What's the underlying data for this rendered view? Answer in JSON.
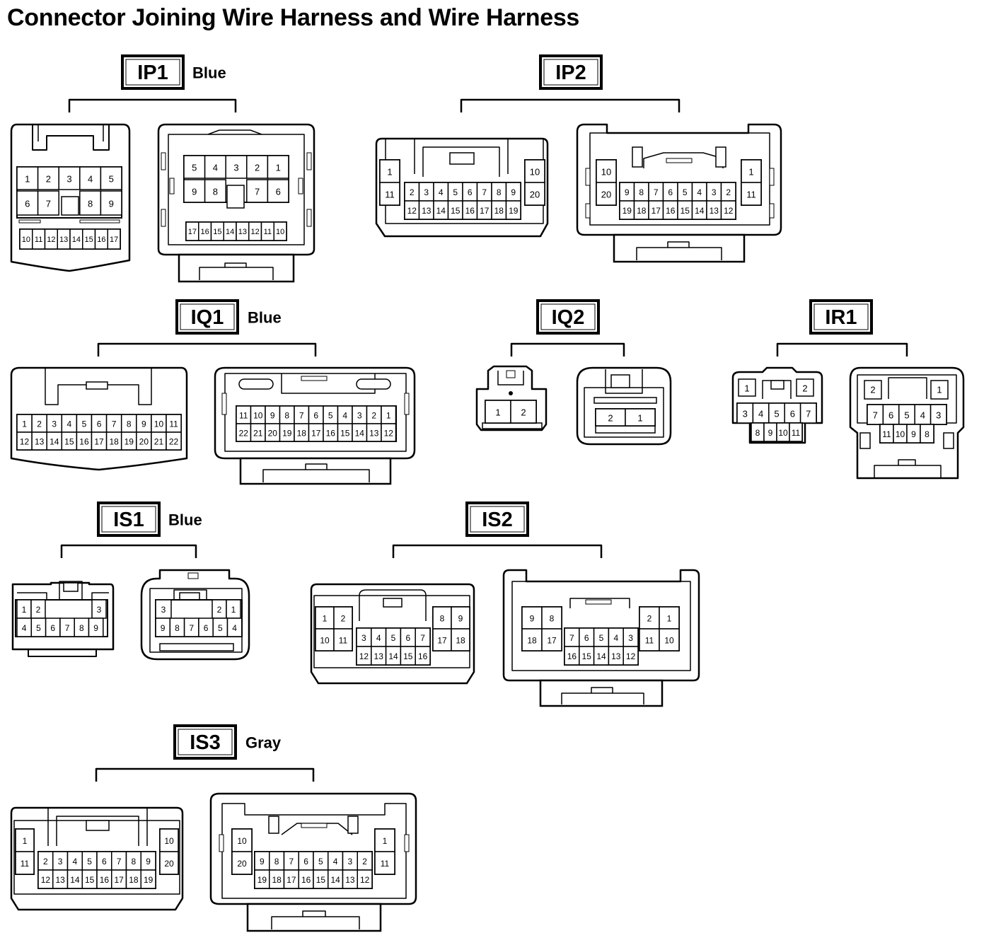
{
  "page": {
    "title": "Connector Joining Wire Harness and Wire Harness",
    "line_color": "#000000",
    "background": "#ffffff"
  },
  "connectors": [
    {
      "id": "IP1",
      "code": "IP1",
      "color_label": "Blue",
      "male": {
        "rows": [
          [
            "1",
            "2",
            "3",
            "4",
            "5"
          ],
          [
            "6",
            "7",
            "",
            "8",
            "9"
          ],
          [
            "10",
            "11",
            "12",
            "13",
            "14",
            "15",
            "16",
            "17"
          ]
        ]
      },
      "female": {
        "rows": [
          [
            "5",
            "4",
            "3",
            "2",
            "1"
          ],
          [
            "9",
            "8",
            "",
            "7",
            "6"
          ],
          [
            "17",
            "16",
            "15",
            "14",
            "13",
            "12",
            "11",
            "10"
          ]
        ]
      }
    },
    {
      "id": "IP2",
      "code": "IP2",
      "color_label": "",
      "male": {
        "left": [
          "1",
          "11"
        ],
        "right": [
          "10",
          "20"
        ],
        "rows": [
          [
            "2",
            "3",
            "4",
            "5",
            "6",
            "7",
            "8",
            "9"
          ],
          [
            "12",
            "13",
            "14",
            "15",
            "16",
            "17",
            "18",
            "19"
          ]
        ]
      },
      "female": {
        "left": [
          "10",
          "20"
        ],
        "right": [
          "1",
          "11"
        ],
        "rows": [
          [
            "9",
            "8",
            "7",
            "6",
            "5",
            "4",
            "3",
            "2"
          ],
          [
            "19",
            "18",
            "17",
            "16",
            "15",
            "14",
            "13",
            "12"
          ]
        ]
      }
    },
    {
      "id": "IQ1",
      "code": "IQ1",
      "color_label": "Blue",
      "male": {
        "rows": [
          [
            "1",
            "2",
            "3",
            "4",
            "5",
            "6",
            "7",
            "8",
            "9",
            "10",
            "11"
          ],
          [
            "12",
            "13",
            "14",
            "15",
            "16",
            "17",
            "18",
            "19",
            "20",
            "21",
            "22"
          ]
        ]
      },
      "female": {
        "rows": [
          [
            "11",
            "10",
            "9",
            "8",
            "7",
            "6",
            "5",
            "4",
            "3",
            "2",
            "1"
          ],
          [
            "22",
            "21",
            "20",
            "19",
            "18",
            "17",
            "16",
            "15",
            "14",
            "13",
            "12"
          ]
        ]
      }
    },
    {
      "id": "IQ2",
      "code": "IQ2",
      "color_label": "",
      "male": {
        "rows": [
          [
            "1",
            "2"
          ]
        ]
      },
      "female": {
        "rows": [
          [
            "2",
            "1"
          ]
        ]
      }
    },
    {
      "id": "IR1",
      "code": "IR1",
      "color_label": "",
      "male": {
        "top": [
          "1",
          "2"
        ],
        "rows": [
          [
            "3",
            "4",
            "5",
            "6",
            "7"
          ],
          [
            "8",
            "9",
            "10",
            "11"
          ]
        ]
      },
      "female": {
        "top": [
          "2",
          "1"
        ],
        "rows": [
          [
            "7",
            "6",
            "5",
            "4",
            "3"
          ],
          [
            "11",
            "10",
            "9",
            "8"
          ]
        ]
      }
    },
    {
      "id": "IS1",
      "code": "IS1",
      "color_label": "Blue",
      "male": {
        "left": [
          "1",
          "2"
        ],
        "right": [
          "3"
        ],
        "rows": [
          [
            "4",
            "5",
            "6",
            "7",
            "8",
            "9"
          ]
        ]
      },
      "female": {
        "left": [
          "3"
        ],
        "right": [
          "2",
          "1"
        ],
        "rows": [
          [
            "9",
            "8",
            "7",
            "6",
            "5",
            "4"
          ]
        ]
      }
    },
    {
      "id": "IS2",
      "code": "IS2",
      "color_label": "",
      "male": {
        "left": [
          [
            "1",
            "2"
          ],
          [
            "10",
            "11"
          ]
        ],
        "right": [
          [
            "8",
            "9"
          ],
          [
            "17",
            "18"
          ]
        ],
        "rows": [
          [
            "3",
            "4",
            "5",
            "6",
            "7"
          ],
          [
            "12",
            "13",
            "14",
            "15",
            "16"
          ]
        ]
      },
      "female": {
        "left": [
          [
            "9",
            "8"
          ],
          [
            "18",
            "17"
          ]
        ],
        "right": [
          [
            "2",
            "1"
          ],
          [
            "11",
            "10"
          ]
        ],
        "rows": [
          [
            "7",
            "6",
            "5",
            "4",
            "3"
          ],
          [
            "16",
            "15",
            "14",
            "13",
            "12"
          ]
        ]
      }
    },
    {
      "id": "IS3",
      "code": "IS3",
      "color_label": "Gray",
      "male": {
        "left": [
          "1",
          "11"
        ],
        "right": [
          "10",
          "20"
        ],
        "rows": [
          [
            "2",
            "3",
            "4",
            "5",
            "6",
            "7",
            "8",
            "9"
          ],
          [
            "12",
            "13",
            "14",
            "15",
            "16",
            "17",
            "18",
            "19"
          ]
        ]
      },
      "female": {
        "left": [
          "10",
          "20"
        ],
        "right": [
          "1",
          "11"
        ],
        "rows": [
          [
            "9",
            "8",
            "7",
            "6",
            "5",
            "4",
            "3",
            "2"
          ],
          [
            "19",
            "18",
            "17",
            "16",
            "15",
            "14",
            "13",
            "12"
          ]
        ]
      }
    }
  ]
}
